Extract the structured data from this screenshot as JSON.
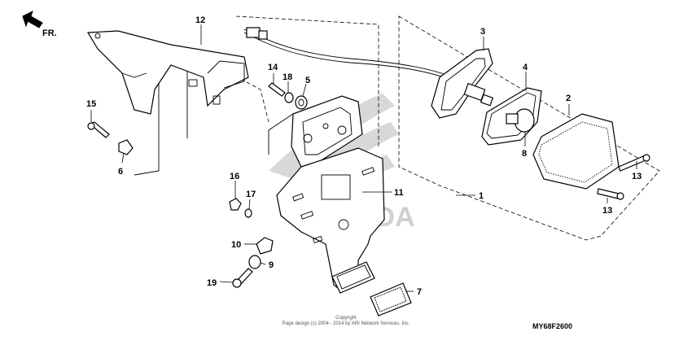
{
  "direction": {
    "label": "FR."
  },
  "callouts": {
    "c1": "1",
    "c2": "2",
    "c3": "3",
    "c4": "4",
    "c5": "5",
    "c6": "6",
    "c7": "7",
    "c8": "8",
    "c9": "9",
    "c10": "10",
    "c11": "11",
    "c12": "12",
    "c13a": "13",
    "c13b": "13",
    "c14": "14",
    "c15": "15",
    "c16": "16",
    "c17": "17",
    "c18": "18",
    "c19": "19"
  },
  "footer": {
    "copyright_line_1": "Copyright",
    "copyright_line_2": "Page design (c) 2004 - 2014 by ARI Network Services, Inc.",
    "diagram_code": "MY68F2600"
  },
  "watermark": {
    "text": "HONDA"
  },
  "colors": {
    "line": "#000000",
    "watermark": "#d0d0d0",
    "background": "#ffffff"
  }
}
